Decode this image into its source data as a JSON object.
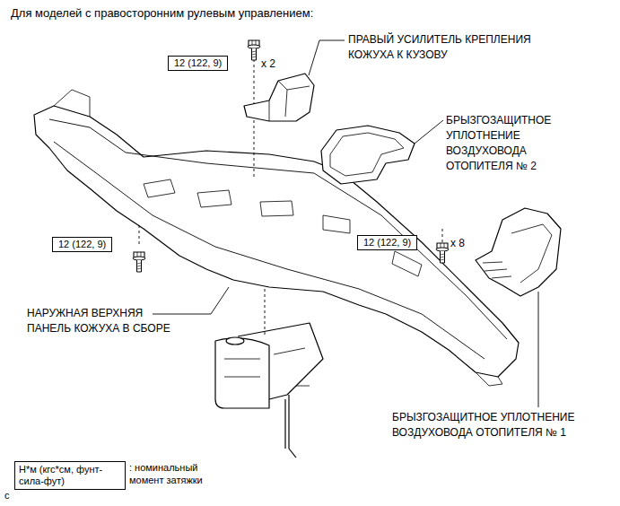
{
  "diagram": {
    "title": "Для моделей с правосторонним рулевым управлением:",
    "nodes": [
      {
        "text": [
          "12 (122, 9)"
        ]
      },
      {
        "text": [
          "12 (122, 9)"
        ]
      },
      {
        "text": [
          "12 (122, 9)"
        ]
      },
      {
        "text": [
          "Н*м (кгс*см, фунт-сила-фут)"
        ]
      }
    ],
    "edges": [],
    "labels": [
      "ПРАВЫЙ УСИЛИТЕЛЬ КРЕПЛЕНИЯ КОЖУХА К КУЗОВУ",
      "x 2",
      "БРЫЗГОЗАЩИТНОЕ УПЛОТНЕНИЕ ВОЗДУХОВОДА ОТОПИТЕЛЯ № 2",
      "x 8",
      "НАРУЖНАЯ ВЕРХНЯЯ ПАНЕЛЬ КОЖУХА В СБОРЕ",
      "БРЫЗГОЗАЩИТНОЕ УПЛОТНЕНИЕ ВОЗДУХОВОДА ОТОПИТЕЛЯ № 1",
      ": номинальный момент затяжки",
      "c"
    ]
  }
}
